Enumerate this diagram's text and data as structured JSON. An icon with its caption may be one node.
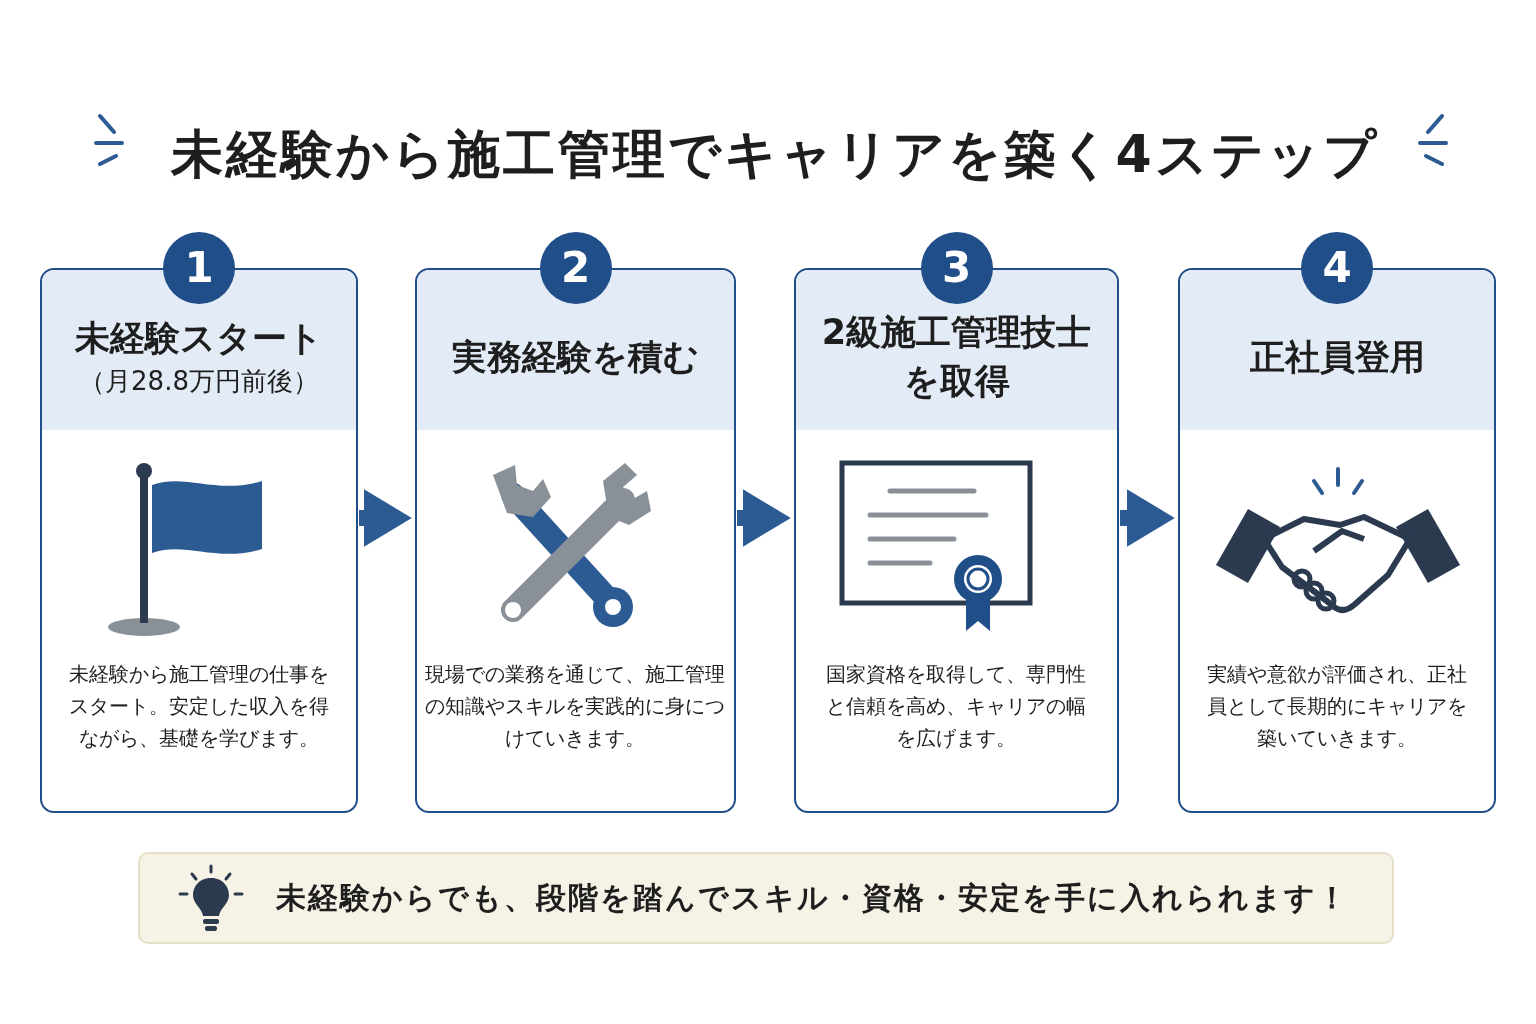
{
  "diagram": {
    "title": "未経験から施工管理でキャリアを築く4ステップ",
    "nodes": [
      {
        "text": [
          "1",
          "未経験スタート",
          "（月28.8万円前後）",
          "未経験から施工管理の仕事をスタート。安定した収入を得ながら、基礎を学びます。"
        ]
      },
      {
        "text": [
          "2",
          "実務経験を積む",
          "現場での業務を通じて、施工管理の知識やスキルを実践的に身につけていきます。"
        ]
      },
      {
        "text": [
          "3",
          "2級施工管理技士を取得",
          "国家資格を取得して、専門性と信頼を高め、キャリアの幅を広げます。"
        ]
      },
      {
        "text": [
          "4",
          "正社員登用",
          "実績や意欲が評価され、正社員として長期的にキャリアを築いていきます。"
        ]
      },
      {
        "text": [
          "未経験からでも、段階を踏んでスキル・資格・安定を手に入れられます！"
        ]
      }
    ],
    "edges": [
      {
        "from": 0,
        "to": 1,
        "arrow": "to"
      },
      {
        "from": 1,
        "to": 2,
        "arrow": "to"
      },
      {
        "from": 2,
        "to": 3,
        "arrow": "to"
      }
    ]
  }
}
